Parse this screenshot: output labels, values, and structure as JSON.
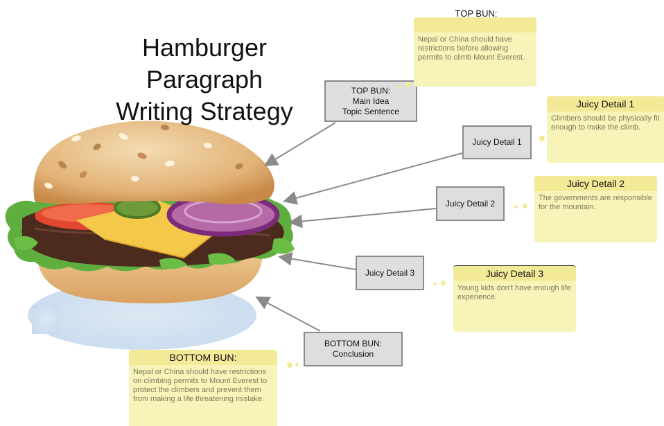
{
  "title": {
    "line1": "Hamburger",
    "line2": "Paragraph",
    "line3": "Writing Strategy"
  },
  "boxes": {
    "top_bun": {
      "line1": "TOP BUN:",
      "line2": "Main Idea",
      "line3": "Topic Sentence"
    },
    "detail1": {
      "label": "Juicy Detail 1"
    },
    "detail2": {
      "label": "Juicy Detail 2"
    },
    "detail3": {
      "label": "Juicy Detail 3"
    },
    "bottom_bun": {
      "line1": "BOTTOM BUN:",
      "line2": "Conclusion"
    }
  },
  "notes": {
    "top_bun": {
      "header": "TOP BUN:",
      "text": "Nepal or China should have restrictions before allowing permits to climb Mount Everest."
    },
    "detail1": {
      "header": "Juicy Detail 1",
      "text": "Climbers should be physically fit enough to make the climb."
    },
    "detail2": {
      "header": "Juicy Detail 2",
      "text": "The governments are responsible for the mountain."
    },
    "detail3": {
      "header": "Juicy Detail 3",
      "text": "Young kids don't have enough life experience."
    },
    "bottom_bun": {
      "header": "BOTTOM BUN:",
      "text": "Nepal or China should have restrictions on climbing permits to Mount Everest to protect the climbers and prevent them from making a life threatening mistake."
    }
  },
  "colors": {
    "note_bg": "#f8f3b8",
    "note_header": "#f3ea98",
    "box_bg": "#dedede",
    "arrow": "#8a8a8a"
  }
}
